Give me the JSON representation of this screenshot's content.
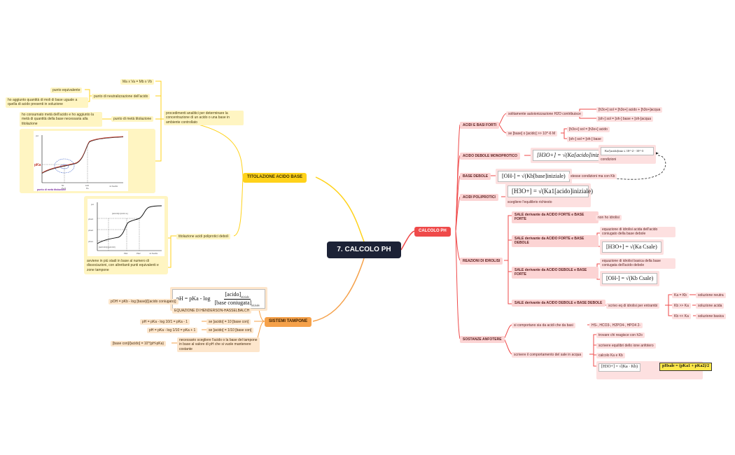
{
  "root": "7. CALCOLO PH",
  "titolazione": {
    "title": "TITOLAZIONE ACIDO BASE",
    "procedimenti": "procedimenti analitici per determinare la concentrazione di un acido o una base in ambiente controllato",
    "formula": "Ma x Va = Mb x Vb",
    "neutralizzazione": "punto di neutralizzazione dell'acido",
    "equivalente": "punto equivalente",
    "aggiunto": "ho aggiunto quantità di moli di base uguale a quella di acido presenti in soluzione",
    "meta_titolazione": "punto di metà titolazione",
    "consumato": "ho consumato metà dell'acido e ho aggiunto la metà di quantità della base necessaria alla titolazione",
    "graph1": {
      "y_label": "pH",
      "pk_label": "pKa",
      "x_ticks": [
        "Pe/2",
        "Pe"
      ],
      "x_label": "ml NaOH",
      "tick100": "100",
      "tick50": "50",
      "caption": "punto di metà titolazione"
    },
    "poliprotici": "titolazione acidi poliprotici deboli",
    "graph2": {
      "y_label": "pH",
      "ticks": [
        "pKa3",
        "pKa2",
        "pKa1"
      ],
      "species_top": "[HCO3]=[CO3 2-]",
      "species_bottom": "[H2CO3]=[HCO3]",
      "x_label": "ml NaOH",
      "x_ticks": [
        "PE1",
        "PE2"
      ]
    },
    "avviene": "avviene in più stadi in base al numero di dissociazioni, con altrettanti punti equivalenti e zone tampone"
  },
  "tamponi": {
    "title": "SISTEMI TAMPONE",
    "poh": "pOH = pKb - log [base]/[(acido coniugato)]",
    "equazione": "EQUAZIONE DI HENDERSON-HASSELBALCH",
    "formula": {
      "lhs": "pH = pKa - log",
      "num": "[acido]",
      "num_sub": "iniziale",
      "den": "[base coniugata]",
      "den_sub": "iniziale"
    },
    "se10": "se [acido] = 10 [base con]",
    "ph_meno": "pH = pKa - log 10/1 = pKa - 1",
    "se110": "se [acido] = 1/10 [base con]",
    "ph_piu": "pH = pKa - log 1/10 = pKa + 1",
    "necessario": "necessario scegliere l'acido o la base del tampone in base al valore di pH che si vuole mantenere costante",
    "base_con": "[base con]/[acido] = 10^(pH-pKa)"
  },
  "calcolo": {
    "title": "CALCOLO PH",
    "acidi_forti": {
      "label": "ACIDI E BASI FORTI",
      "solitamente": "solitamente autoionizzazione H2O contribuisce",
      "h3o_sol": "[h3o+] sol = [h3o+] acido + [h3o+]acqua",
      "oh_sol": "[oh-] sol = [oh-] base + [oh-]acqua",
      "se_base": "se [base] o [acido] >> 10^-6 M",
      "h3o_acido": "[h3o+] sol = [h3o+] acido",
      "oh_base": "[oh-] sol = [oh-] base"
    },
    "acido_debole": {
      "label": "ACIDO DEBOLE MONOPROTICO",
      "formula": "[H3O+] = √(Ka[acido]iniziale)",
      "condizione": "Ka/[acido]iniz ≤ 10^-2 - 10^-3",
      "condizioni": "condizioni"
    },
    "base_debole": {
      "label": "BASE DEBOLE",
      "formula": "[OH-] = √(Kb[base]iniziale)",
      "stesse": "stesse condizioni ma con Kb"
    },
    "poliprotici": {
      "label": "ACIDI POLIPROTICI",
      "formula": "[H3O+] = √(Ka1[acido]iniziale)",
      "scegliere": "scegliere l'equilibrio richiesto"
    },
    "idrolisi": {
      "label": "REAZIONI DI IDROLISI",
      "sale1": "SALE derivante da ACIDO FORTE e BASE FORTE",
      "sale1_note": "non ho idrolisi",
      "sale2": "SALE derivante da ACIDO FORTE e BASE DEBOLE",
      "sale2_note": "equazione di idrolisi acida dell'acido coniugato della base debole",
      "sale2_formula": "[H3O+] = √(Ka Csale)",
      "sale3": "SALE derivante da ACIDO DEBOLE e BASE FORTE",
      "sale3_note": "equazione di idrolisi basica della base coniugata dell'acido debole",
      "sale3_formula": "[OH-] = √(Kb Csale)",
      "sale4": "SALE derivante da ACIDO DEBOLE e BASE DEBOLE",
      "sale4_note": "scrivo eq di idrolisi per entrambi",
      "ka_kb": "Ka = Kb",
      "neutra": "soluzione neutra",
      "kb_ka": "Kb >> Ka",
      "acida": "soluzione acida",
      "kb_lt_ka": "Kb << Ka",
      "basica": "soluzione basica"
    },
    "anfotere": {
      "label": "SOSTANZE ANFOTERE",
      "comportano": "si comportano sia da acidi che da basi",
      "esempi": "HS-, HCO3-, H2PO4-, HPO4 2-",
      "comportamento": "scrivere il comportamento del sale in acqua",
      "trovare": "trovare chi reagisce con h2o",
      "equilibri": "scrivere equilibri dello ione anfotero",
      "calcolo": "calcolo Ka e Kb",
      "formula1": "[H3O+] = √(Ka · Kb)",
      "formula2": "pHsale = (pKa1 + pKa2)/2"
    }
  },
  "colors": {
    "yellow": "#ffd21a",
    "red": "#ef4a4a",
    "orange": "#f5a14a",
    "root": "#1c2236"
  }
}
